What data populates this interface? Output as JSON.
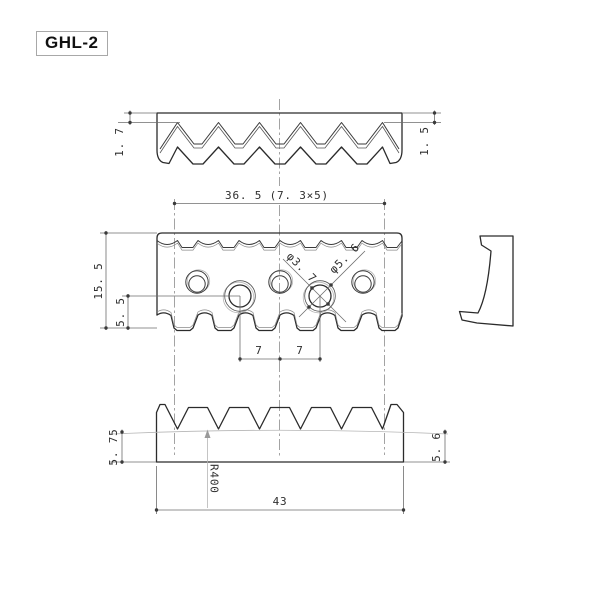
{
  "title": {
    "model": "GHL-2"
  },
  "views": {
    "top": {
      "dims": {
        "plate_thickness_left": "1. 7",
        "plate_thickness_right": "1. 5"
      }
    },
    "front": {
      "dims": {
        "string_span": "36. 5 (7. 3×5)",
        "overall_height": "15. 5",
        "screw_hole_offset": "5. 5",
        "small_hole_dia": "φ3. 7",
        "large_hole_dia": "φ5. 6",
        "screw_pitch_left": "7",
        "screw_pitch_right": "7"
      }
    },
    "bottom": {
      "dims": {
        "base_height_left": "5. 75",
        "base_height_right": "5. 6",
        "fingerboard_radius": "R400",
        "overall_width": "43"
      }
    }
  },
  "colors": {
    "background": "#ffffff",
    "outline": "#2b2b2b",
    "dimension_lines": "#6e6e6e",
    "faint_reference": "#b6b6b6",
    "text": "#2e2e2e"
  }
}
